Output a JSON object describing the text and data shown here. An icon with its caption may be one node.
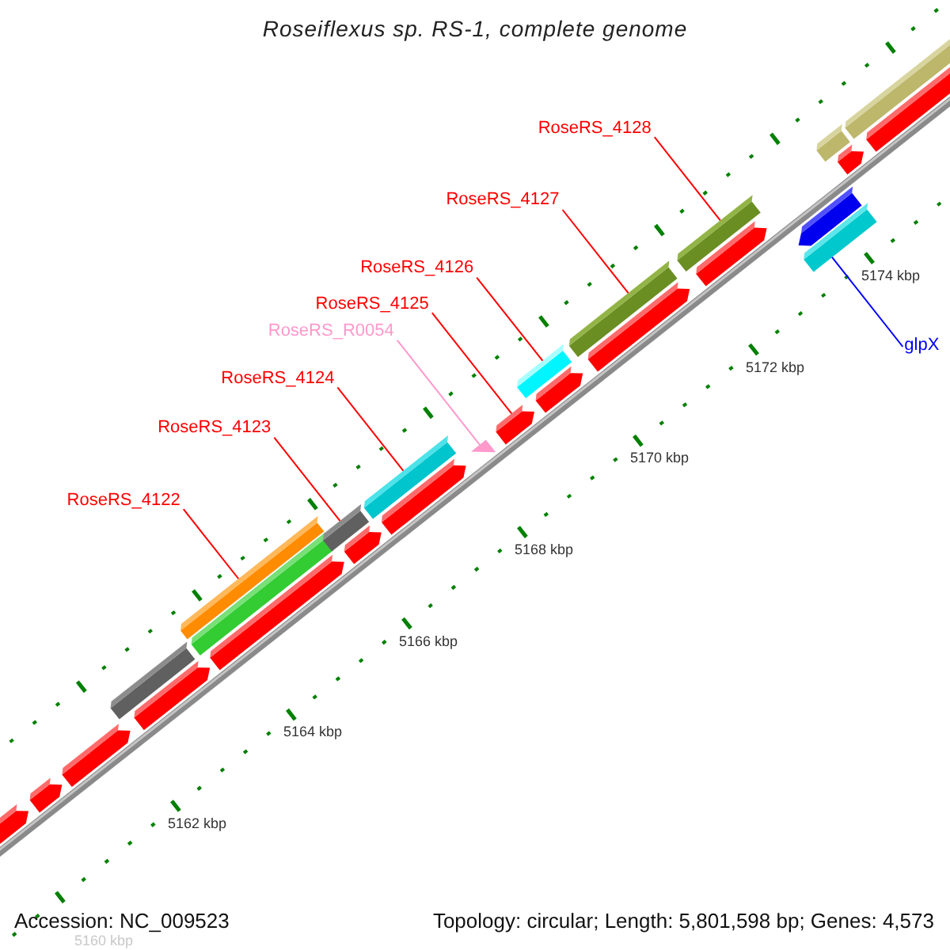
{
  "diagram": {
    "title": "Roseiflexus sp. RS-1, complete genome",
    "nodes": [
      {
        "text": [
          "RoseRS_4128"
        ]
      },
      {
        "text": [
          "RoseRS_4127"
        ]
      },
      {
        "text": [
          "RoseRS_4126"
        ]
      },
      {
        "text": [
          "RoseRS_4125"
        ]
      },
      {
        "text": [
          "RoseRS_R0054"
        ]
      },
      {
        "text": [
          "glpX"
        ]
      },
      {
        "text": [
          "RoseRS_4124"
        ]
      },
      {
        "text": [
          "RoseRS_4123"
        ]
      },
      {
        "text": [
          "RoseRS_4122"
        ]
      },
      {
        "text": [],
        "shape": "bar"
      },
      {
        "text": [],
        "shape": "bar"
      },
      {
        "text": [],
        "shape": "bar"
      },
      {
        "text": [],
        "shape": "arrow"
      },
      {
        "text": [],
        "shape": "triangle"
      },
      {
        "text": [],
        "shape": "bar"
      },
      {
        "text": [],
        "shape": "bar"
      },
      {
        "text": [],
        "shape": "bar"
      },
      {
        "text": [],
        "shape": "bar"
      }
    ],
    "edges": [
      {
        "from": 0,
        "to": 9,
        "arrow": "none"
      },
      {
        "from": 1,
        "to": 10,
        "arrow": "none"
      },
      {
        "from": 2,
        "to": 11,
        "arrow": "none"
      },
      {
        "from": 3,
        "to": 12,
        "arrow": "none"
      },
      {
        "from": 4,
        "to": 13,
        "arrow": "none",
        "color": "#ff99cc"
      },
      {
        "from": 5,
        "to": 14,
        "arrow": "none",
        "color": "#0000ff"
      },
      {
        "from": 6,
        "to": 15,
        "arrow": "none"
      },
      {
        "from": 7,
        "to": 16,
        "arrow": "none"
      },
      {
        "from": 8,
        "to": 17,
        "arrow": "none"
      }
    ],
    "labels": [
      "5174 kbp",
      "5172 kbp",
      "5170 kbp",
      "5168 kbp",
      "5166 kbp",
      "5164 kbp",
      "5162 kbp",
      "5160 kbp",
      "Accession: NC_009523",
      "Topology: circular; Length: 5,801,598 bp; Genes: 4,573"
    ]
  }
}
